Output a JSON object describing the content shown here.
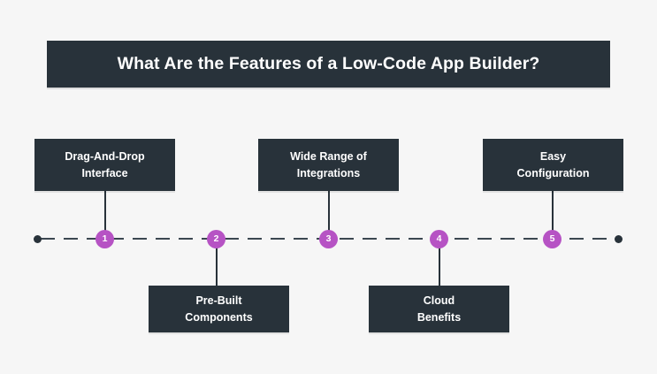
{
  "canvas": {
    "background_color": "#f6f6f6",
    "box_color": "#28323a",
    "marker_color": "#b653c4",
    "text_color": "#ffffff"
  },
  "header": {
    "title": "What Are the Features of a Low-Code App Builder?"
  },
  "timeline": {
    "endpoint_left_name": "timeline-start-dot",
    "endpoint_right_name": "timeline-end-dot",
    "steps": [
      {
        "number": "1",
        "label": "Drag-And-Drop\nInterface",
        "position": "above"
      },
      {
        "number": "2",
        "label": "Pre-Built\nComponents",
        "position": "below"
      },
      {
        "number": "3",
        "label": "Wide Range of\nIntegrations",
        "position": "above"
      },
      {
        "number": "4",
        "label": "Cloud\nBenefits",
        "position": "below"
      },
      {
        "number": "5",
        "label": "Easy\nConfiguration",
        "position": "above"
      }
    ]
  }
}
